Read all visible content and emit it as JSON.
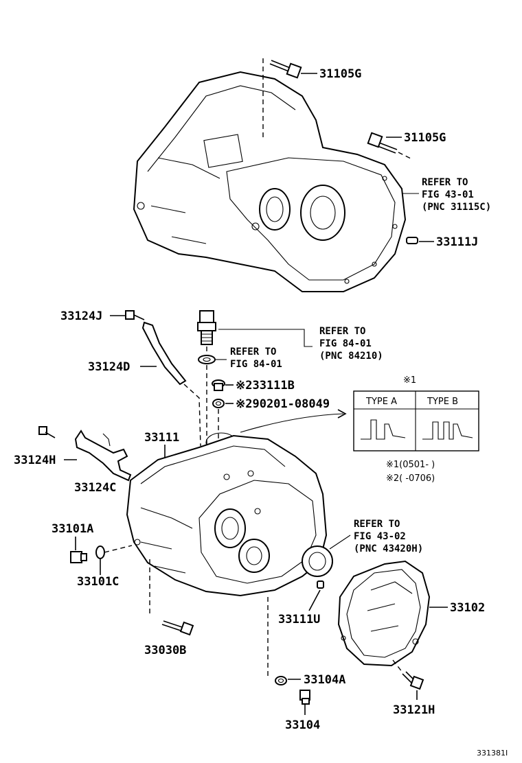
{
  "parts": {
    "p31105G_top": "31105G",
    "p31105G_right": "31105G",
    "p33111J": "33111J",
    "p33124J": "33124J",
    "p33124D": "33124D",
    "p33124H": "33124H",
    "p33124C": "33124C",
    "p33111": "33111",
    "p33111B": "※233111B",
    "p290201": "※290201-08049",
    "p33101A": "33101A",
    "p33101C": "33101C",
    "p33030B": "33030B",
    "p33111U": "33111U",
    "p33102": "33102",
    "p33104A": "33104A",
    "p33104": "33104",
    "p33121H": "33121H"
  },
  "refs": {
    "ref1": {
      "l1": "REFER TO",
      "l2": "FIG 43-01",
      "l3": "(PNC 31115C)"
    },
    "ref2": {
      "l1": "REFER TO",
      "l2": "FIG 84-01",
      "l3": "(PNC 84210)"
    },
    "ref3": {
      "l1": "REFER TO",
      "l2": "FIG 84-01"
    },
    "ref4": {
      "l1": "REFER TO",
      "l2": "FIG 43-02",
      "l3": "(PNC 43420H)"
    }
  },
  "type_table": {
    "marker": "※1",
    "col_a": "TYPE A",
    "col_b": "TYPE B"
  },
  "notes": {
    "n1": "※1(0501-        )",
    "n2": "※2(        -0706)"
  },
  "figure_code": "331381I"
}
